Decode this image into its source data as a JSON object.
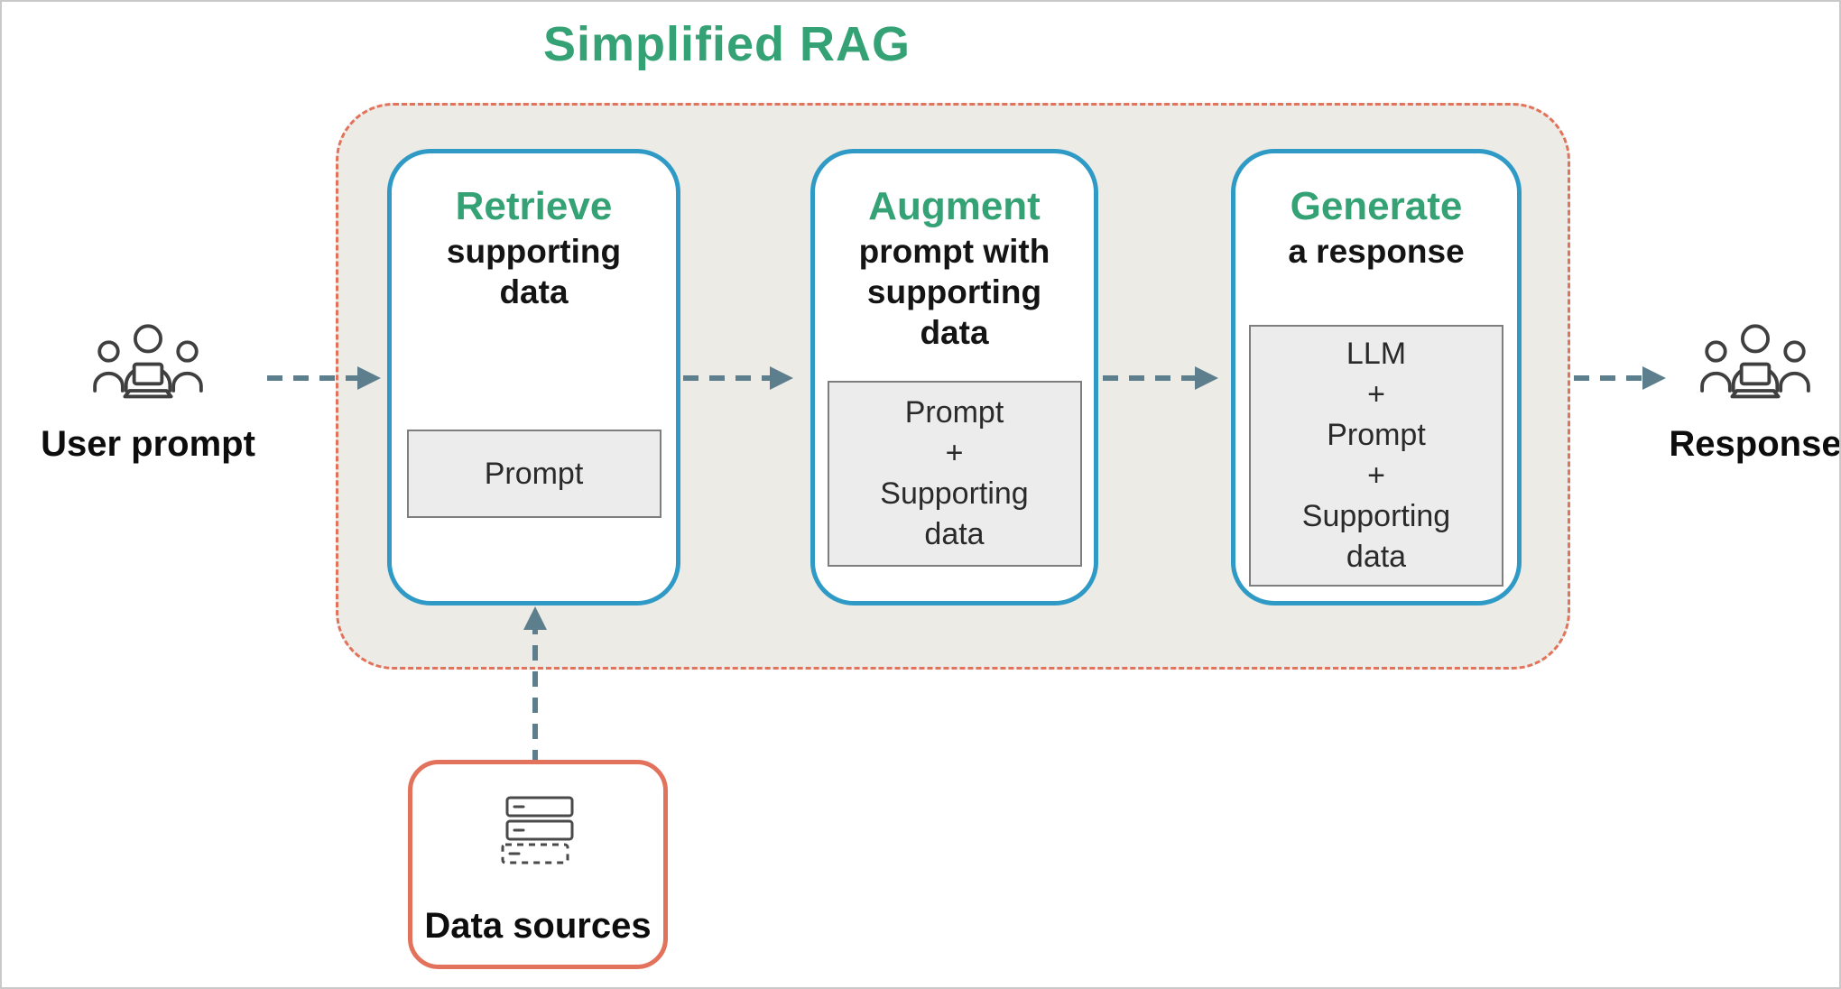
{
  "title": "Simplified RAG",
  "colors": {
    "green": "#35a275",
    "blue": "#2f9ac6",
    "orange": "#e2725b",
    "arrow": "#5d7f8d",
    "container_fill": "#edebe5",
    "inner_box_fill": "#ececec"
  },
  "left_actor": {
    "label": "User prompt"
  },
  "right_actor": {
    "label": "Response"
  },
  "cards": [
    {
      "heading": "Retrieve",
      "sub_lines": [
        "supporting",
        "data"
      ],
      "box_lines": [
        "Prompt"
      ]
    },
    {
      "heading": "Augment",
      "sub_lines": [
        "prompt with",
        "supporting",
        "data"
      ],
      "box_lines": [
        "Prompt",
        "+",
        "Supporting",
        "data"
      ]
    },
    {
      "heading": "Generate",
      "sub_lines": [
        "a response"
      ],
      "box_lines": [
        "LLM",
        "+",
        "Prompt",
        "+",
        "Supporting",
        "data"
      ]
    }
  ],
  "data_sources": {
    "label": "Data sources"
  }
}
